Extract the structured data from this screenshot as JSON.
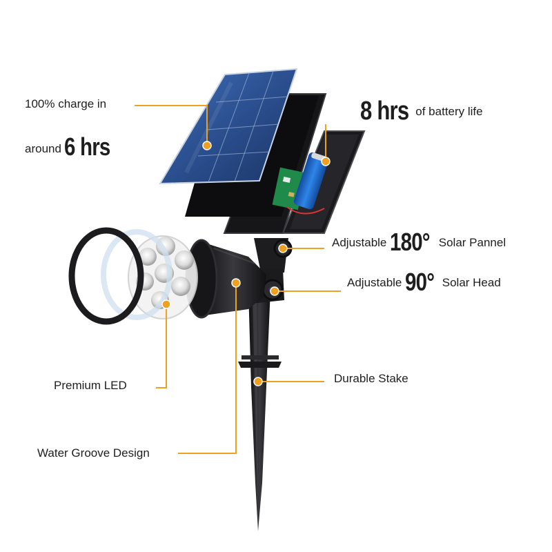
{
  "colors": {
    "accent": "#f0a020",
    "product": "#1f1f22",
    "panel_blue": "#2b4f8f",
    "battery": "#1e64c8",
    "pcb": "#1f8a4a"
  },
  "callouts": {
    "charge": {
      "line1": "100%  charge in",
      "line2_prefix": "around",
      "line2_highlight": "6 hrs"
    },
    "battery": {
      "highlight": "8 hrs",
      "suffix": "of battery life"
    },
    "panel": {
      "prefix": "Adjustable",
      "highlight": "180°",
      "suffix": "Solar Pannel"
    },
    "head": {
      "prefix": "Adjustable",
      "highlight": "90°",
      "suffix": "Solar Head"
    },
    "led": {
      "label": "Premium LED"
    },
    "stake": {
      "label": "Durable Stake"
    },
    "groove": {
      "label": "Water Groove Design"
    }
  }
}
